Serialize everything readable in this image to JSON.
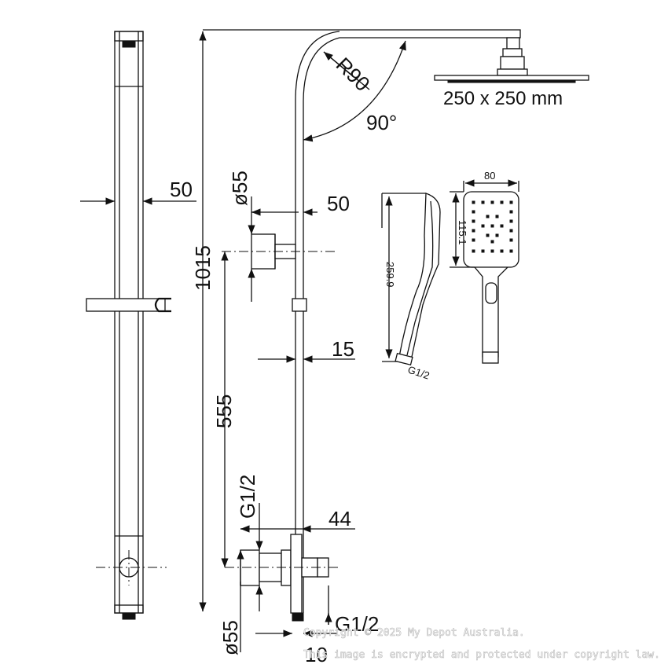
{
  "dimensions": {
    "rail_width": "50",
    "total_height": "1015",
    "bracket_diameter": "ø55",
    "bracket_offset": "50",
    "bend_radius": "R90",
    "bend_angle": "90°",
    "head_size": "250 x 250 mm",
    "pipe_diameter": "15",
    "mixer_height": "555",
    "inlet_thread_top": "G1/2",
    "mixer_offset": "44",
    "bottom_diameter": "ø55",
    "bottom_thread": "G1/2",
    "bottom_offset": "10"
  },
  "handshower": {
    "width": "80",
    "head_height": "115.1",
    "length": "259.9",
    "thread": "G1/2"
  },
  "watermark": {
    "line1": "Copyright © 2025 My Depot Australia.",
    "line2": "This image is encrypted and protected under copyright law."
  }
}
